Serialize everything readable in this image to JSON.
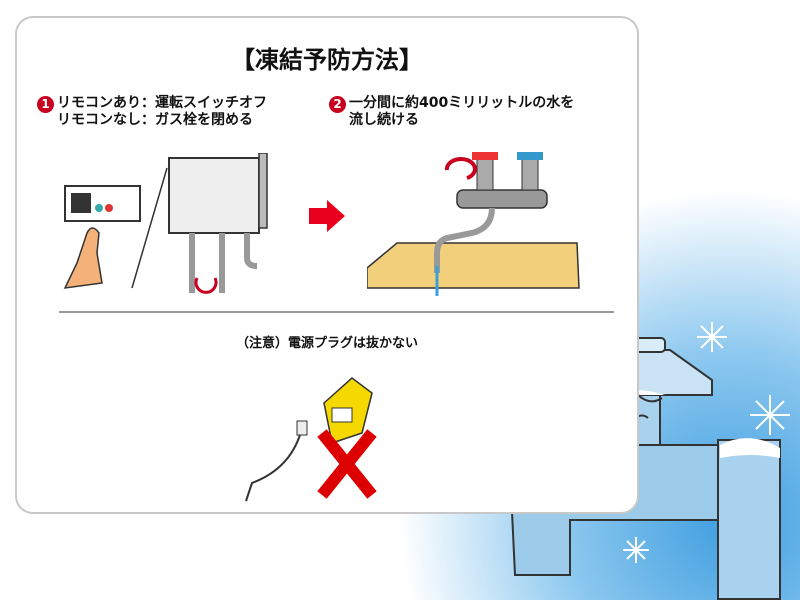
{
  "title": "【凍結予防方法】",
  "steps": [
    {
      "number": "1",
      "lines": [
        "リモコンあり：運転スイッチオフ",
        "リモコンなし：ガス栓を閉める"
      ]
    },
    {
      "number": "2",
      "lines": [
        "一分間に約400ミリリットルの水を",
        "流し続ける"
      ]
    }
  ],
  "note": "（注意）電源プラグは抜かない",
  "colors": {
    "accent": "#c8001e",
    "water": "#3aa0d8",
    "sky": "#9fd0ee"
  }
}
